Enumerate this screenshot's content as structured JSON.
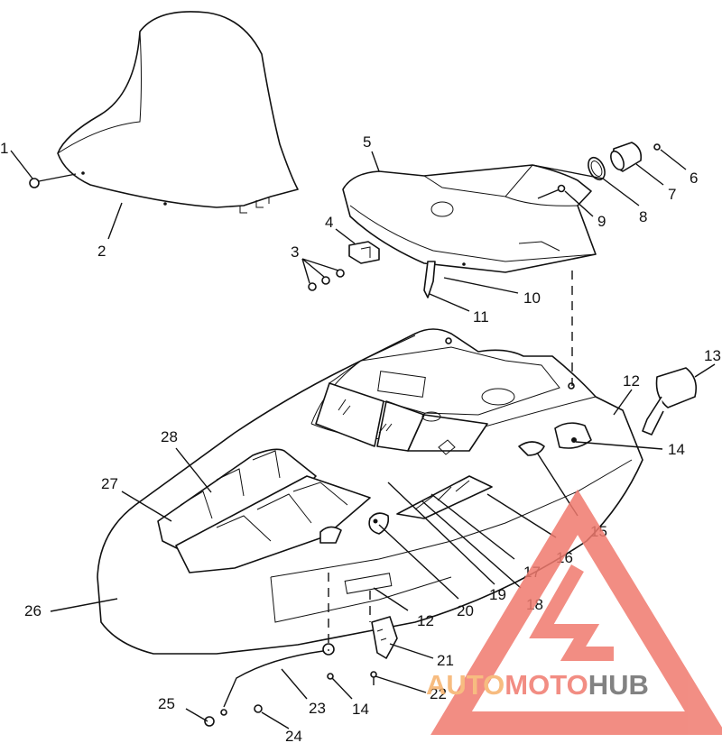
{
  "callouts": {
    "c1": "1",
    "c2": "2",
    "c3": "3",
    "c4": "4",
    "c5": "5",
    "c6": "6",
    "c7": "7",
    "c8": "8",
    "c9": "9",
    "c10": "10",
    "c11": "11",
    "c12a": "12",
    "c12b": "12",
    "c13": "13",
    "c14a": "14",
    "c14b": "14",
    "c15": "15",
    "c16": "16",
    "c17": "17",
    "c18": "18",
    "c19": "19",
    "c20": "20",
    "c21": "21",
    "c22": "22",
    "c23": "23",
    "c24": "24",
    "c25": "25",
    "c26": "26",
    "c27": "27",
    "c28": "28"
  },
  "watermark": {
    "part1": "AUTO",
    "part2": "MOTO",
    "part3": "HUB",
    "color_primary": "#f07a6e",
    "color_secondary": "#f6b16a",
    "color_dark": "#6d6d6d"
  }
}
